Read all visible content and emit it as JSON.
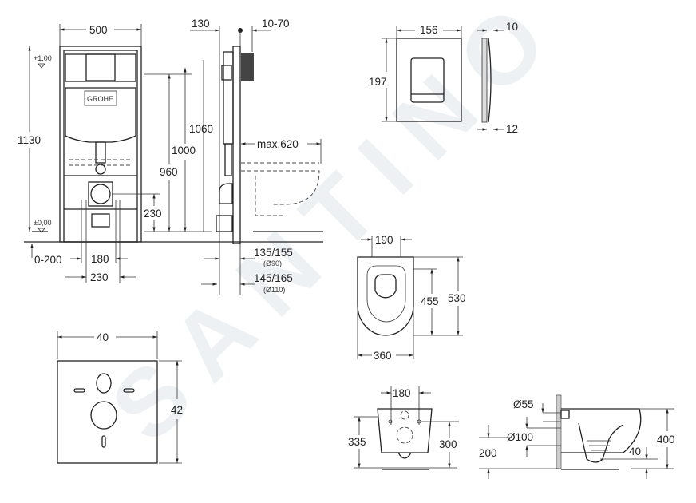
{
  "watermark": "SANTINO",
  "logo": "GROHE",
  "frame_front": {
    "width": "500",
    "height_total": "1130",
    "level_top": "+1,00",
    "level_zero": "±0,00",
    "d960": "960",
    "d1000": "1000",
    "d230": "230",
    "d0_200": "0-200",
    "d180": "180",
    "d230_bottom": "230"
  },
  "frame_side": {
    "d130": "130",
    "d10_70": "10-70",
    "d1060": "1060",
    "max620": "max.620",
    "d135_155": "135/155",
    "dia90": "(Ø90)",
    "d145_165": "145/165",
    "dia110": "(Ø110)"
  },
  "flush_plate": {
    "width": "156",
    "height": "197",
    "depth": "10",
    "depth_bottom": "12"
  },
  "toilet_top": {
    "d190": "190",
    "d455": "455",
    "d530": "530",
    "d360": "360"
  },
  "seal_plate": {
    "width": "40",
    "height": "42"
  },
  "toilet_front": {
    "d180": "180",
    "d335": "335",
    "d300": "300"
  },
  "toilet_side": {
    "d55": "Ø55",
    "d100": "Ø100",
    "d200": "200",
    "d40": "40",
    "d400": "400"
  }
}
